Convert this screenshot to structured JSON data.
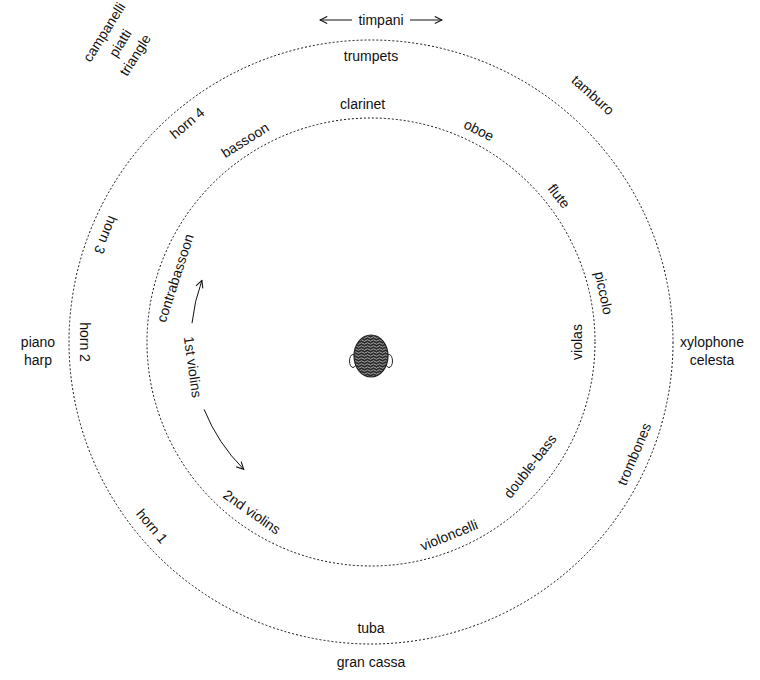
{
  "diagram": {
    "labels": [
      "timpani",
      "trumpets",
      "campanelli",
      "piatti",
      "triangle",
      "tamburo",
      "horn 4",
      "clarinet",
      "oboe",
      "bassoon",
      "flute",
      "horn 3",
      "contrabassoon",
      "piccolo",
      "piano",
      "harp",
      "horn 2",
      "1st violins",
      "violas",
      "xylophone",
      "celesta",
      "double-bass",
      "trombones",
      "2nd violins",
      "horn 1",
      "violoncelli",
      "tuba",
      "gran cassa"
    ]
  }
}
